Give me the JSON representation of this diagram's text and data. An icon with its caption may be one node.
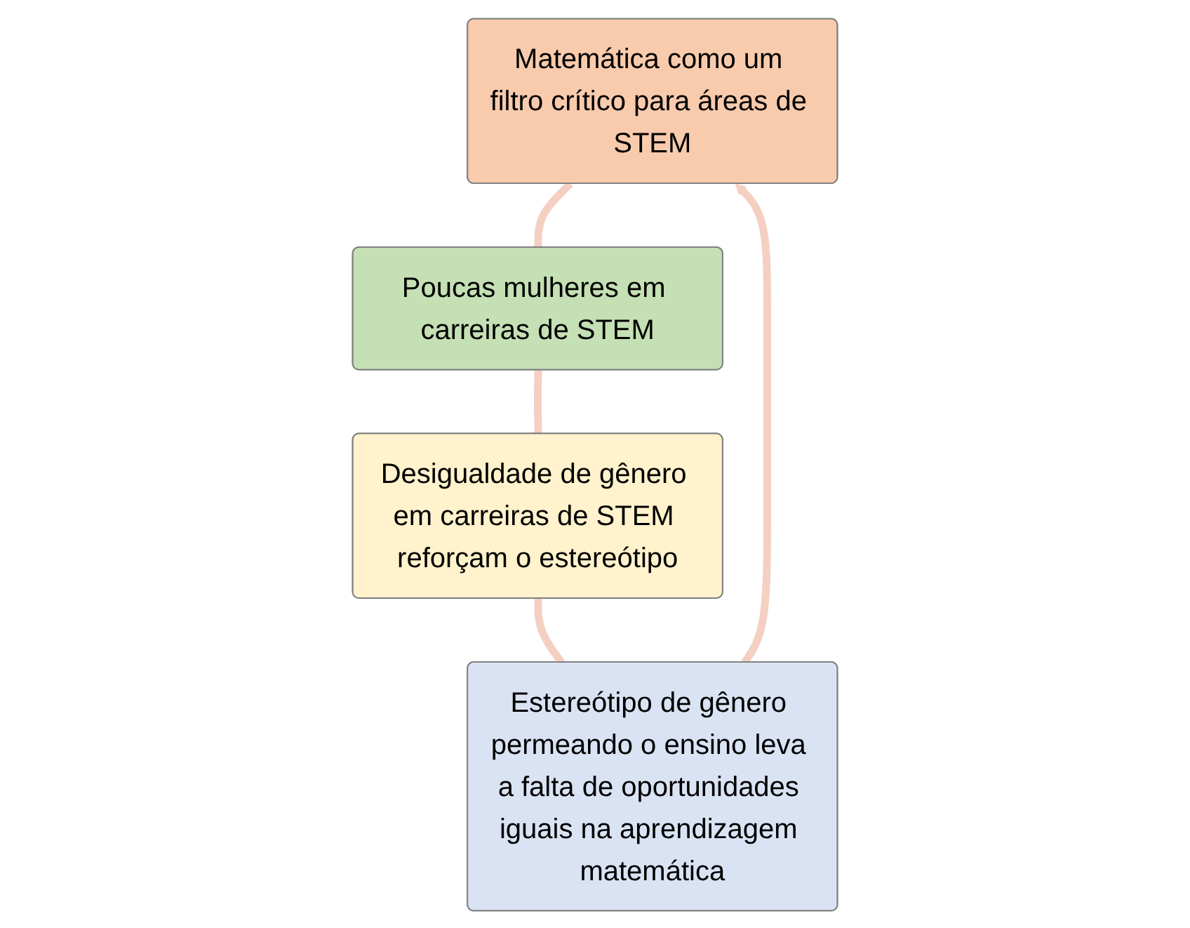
{
  "diagram": {
    "nodes": [
      {
        "text": [
          "Matemática como um filtro crítico para áreas de STEM"
        ]
      },
      {
        "text": [
          "Estereótipo de gênero permeando o ensino leva a falta de oportunidades iguais na aprendizagem matemática"
        ]
      },
      {
        "text": [
          "Poucas mulheres em carreiras de STEM"
        ]
      },
      {
        "text": [
          "Desigualdade de gênero em carreiras de STEM reforçam o estereótipo"
        ]
      }
    ],
    "edges": [
      {
        "from": 0,
        "to": 2,
        "arrow": "none"
      },
      {
        "from": 2,
        "to": 3,
        "arrow": "none"
      },
      {
        "from": 3,
        "to": 1,
        "arrow": "none"
      },
      {
        "from": 1,
        "to": 0,
        "arrow": "to"
      }
    ]
  }
}
